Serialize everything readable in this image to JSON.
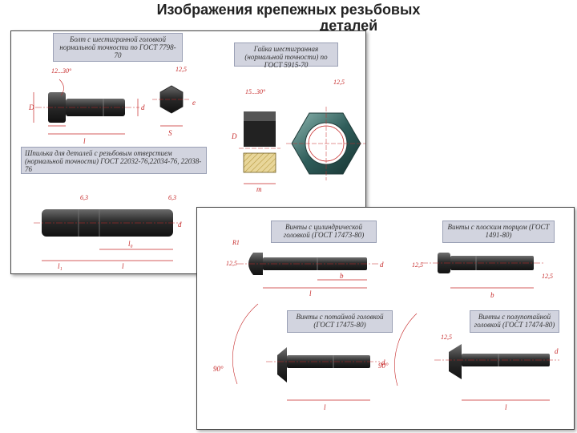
{
  "title": {
    "line1": "Изображения крепежных резьбовых",
    "line2": "деталей"
  },
  "sheet1": {
    "note_bolt": "Болт с шестигранной головкой нормальной точности по ГОСТ 7798-70",
    "note_nut": "Гайка шестигранная (нормальной точности) по ГОСТ 5915-70",
    "note_stud": "Шпилька для деталей с резьбовым отверстием (нормальной точности) ГОСТ 22032-76,22034-76, 22038-76"
  },
  "sheet2": {
    "note_pan": "Винты с цилиндрической головкой (ГОСТ 17473-80)",
    "note_set": "Винты с плоским торцом (ГОСТ 1491-80)",
    "note_csk": "Винты с потайной головкой (ГОСТ 17475-80)",
    "note_raised": "Винты с полупотайной головкой (ГОСТ 17474-80)"
  },
  "colors": {
    "dimension": "#c62828",
    "note_bg": "#d2d4df",
    "part_dark": "#3a3a3a",
    "nut_teal": "#2f5d5a",
    "hatch": "#e8d69a"
  }
}
